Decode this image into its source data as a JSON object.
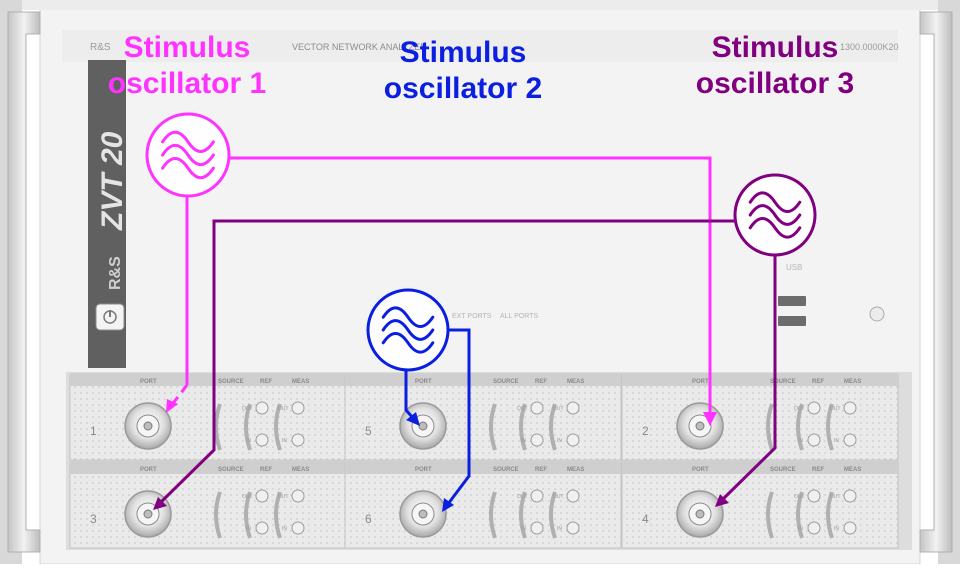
{
  "device": {
    "brand_text": "R&S",
    "model_text": "ZVT 20",
    "header_text": "VECTOR NETWORK ANALYZER",
    "order_text": "1300.0000K20",
    "usb_label": "USB",
    "ext_ports_label": "EXT PORTS",
    "all_ports_label": "ALL PORTS"
  },
  "oscillators": [
    {
      "title_line1": "Stimulus",
      "title_line2": "oscillator 1",
      "color": "#ff33ff"
    },
    {
      "title_line1": "Stimulus",
      "title_line2": "oscillator 2",
      "color": "#0a1fe0"
    },
    {
      "title_line1": "Stimulus",
      "title_line2": "oscillator 3",
      "color": "#800080"
    }
  ],
  "ports": [
    {
      "number": "1",
      "port_label": "PORT",
      "source_label": "SOURCE",
      "ref_label": "REF",
      "meas_label": "MEAS",
      "out_label": "OUT",
      "in_label": "IN"
    },
    {
      "number": "5",
      "port_label": "PORT",
      "source_label": "SOURCE",
      "ref_label": "REF",
      "meas_label": "MEAS",
      "out_label": "OUT",
      "in_label": "IN"
    },
    {
      "number": "2",
      "port_label": "PORT",
      "source_label": "SOURCE",
      "ref_label": "REF",
      "meas_label": "MEAS",
      "out_label": "OUT",
      "in_label": "IN"
    },
    {
      "number": "3",
      "port_label": "PORT",
      "source_label": "SOURCE",
      "ref_label": "REF",
      "meas_label": "MEAS",
      "out_label": "OUT",
      "in_label": "IN"
    },
    {
      "number": "6",
      "port_label": "PORT",
      "source_label": "SOURCE",
      "ref_label": "REF",
      "meas_label": "MEAS",
      "out_label": "OUT",
      "in_label": "IN"
    },
    {
      "number": "4",
      "port_label": "PORT",
      "source_label": "SOURCE",
      "ref_label": "REF",
      "meas_label": "MEAS",
      "out_label": "OUT",
      "in_label": "IN"
    }
  ]
}
